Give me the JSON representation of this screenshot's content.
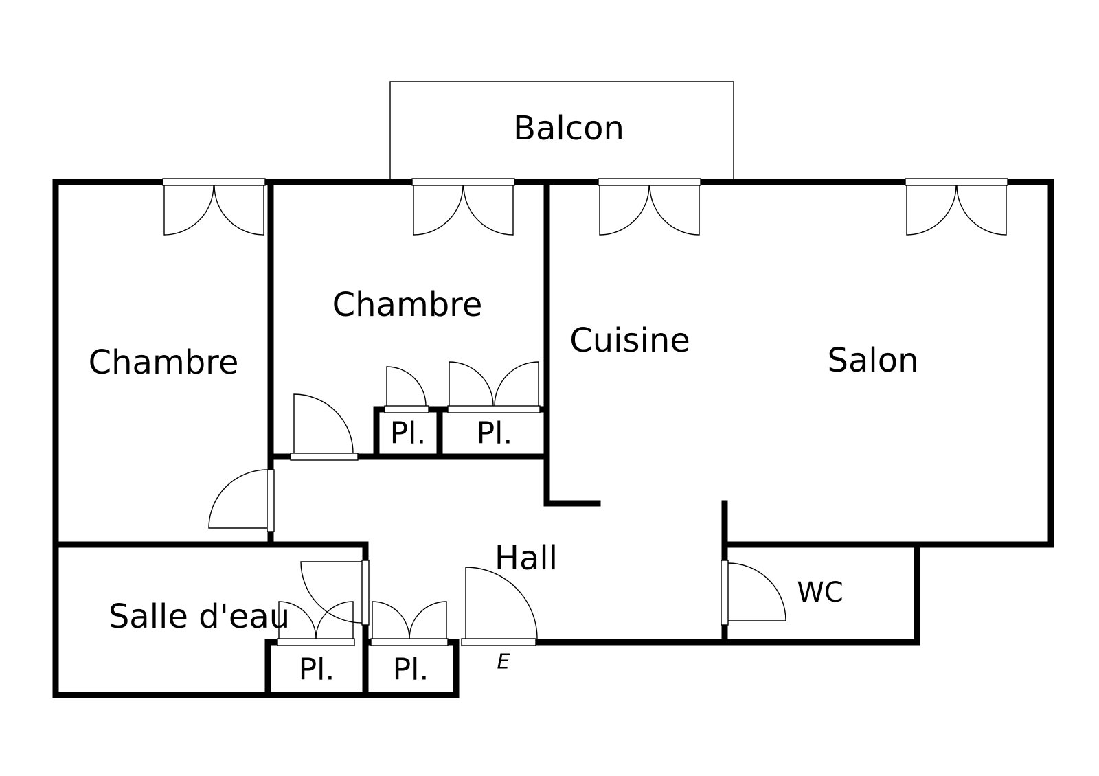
{
  "plan": {
    "rooms": {
      "balcon": "Balcon",
      "chambre_1": "Chambre",
      "chambre_2": "Chambre",
      "cuisine": "Cuisine",
      "salon": "Salon",
      "hall": "Hall",
      "wc": "WC",
      "salle_deau": "Salle d'eau"
    },
    "closets": {
      "pl_1": "Pl.",
      "pl_2": "Pl.",
      "pl_3": "Pl.",
      "pl_4": "Pl."
    },
    "entry_marker": "E"
  }
}
